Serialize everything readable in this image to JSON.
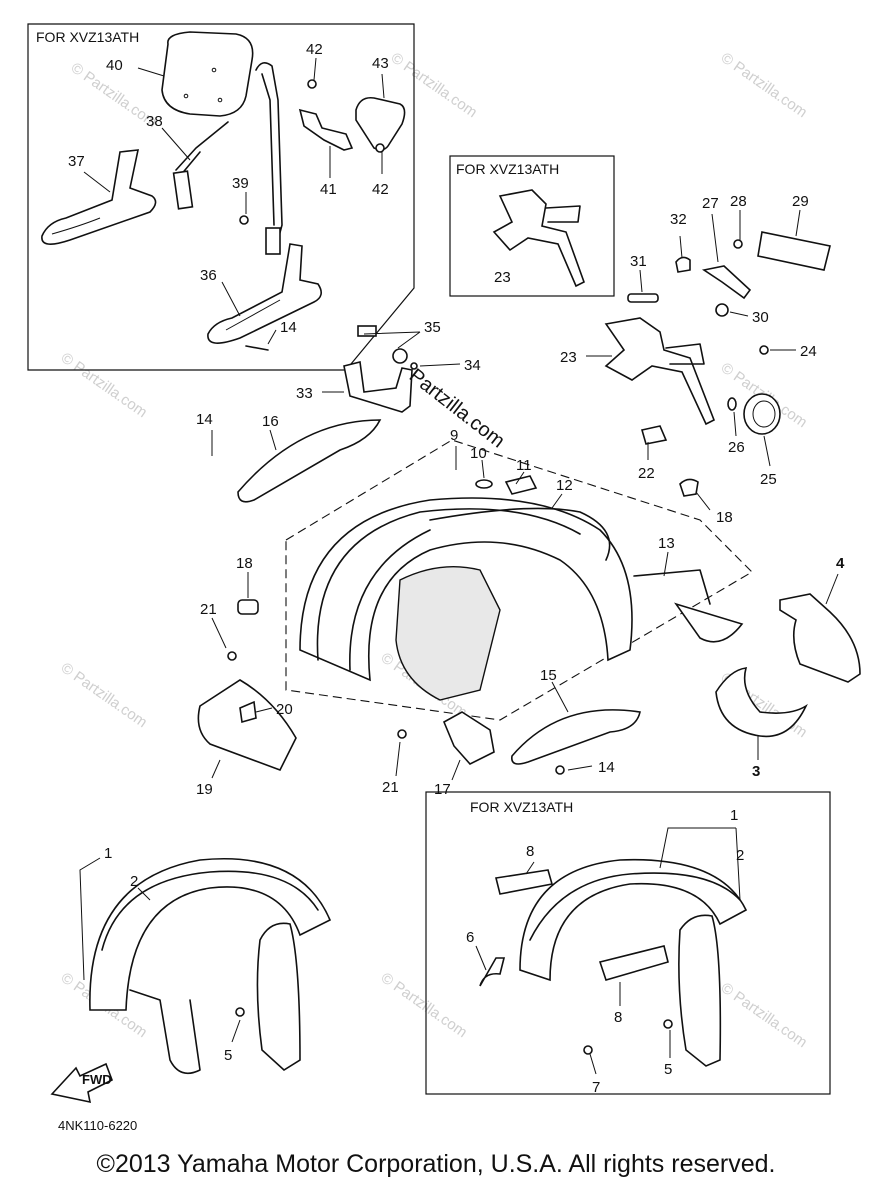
{
  "box_labels": {
    "top_left": "FOR XVZ13ATH",
    "top_mid": "FOR XVZ13ATH",
    "bottom_right": "FOR XVZ13ATH"
  },
  "watermarks": {
    "main": "Partzilla.com",
    "faint": "© Partzilla.com"
  },
  "fwd_label": "FWD",
  "diagram_code": "4NK110-6220",
  "copyright": "©2013 Yamaha Motor Corporation, U.S.A. All rights reserved.",
  "callouts": [
    {
      "id": "c40",
      "label": "40"
    },
    {
      "id": "c42a",
      "label": "42"
    },
    {
      "id": "c43",
      "label": "43"
    },
    {
      "id": "c38",
      "label": "38"
    },
    {
      "id": "c37",
      "label": "37"
    },
    {
      "id": "c39",
      "label": "39"
    },
    {
      "id": "c41",
      "label": "41"
    },
    {
      "id": "c42b",
      "label": "42"
    },
    {
      "id": "c36",
      "label": "36"
    },
    {
      "id": "c14a",
      "label": "14"
    },
    {
      "id": "c23a",
      "label": "23"
    },
    {
      "id": "c32",
      "label": "32"
    },
    {
      "id": "c27",
      "label": "27"
    },
    {
      "id": "c28",
      "label": "28"
    },
    {
      "id": "c29",
      "label": "29"
    },
    {
      "id": "c31",
      "label": "31"
    },
    {
      "id": "c30",
      "label": "30"
    },
    {
      "id": "c35",
      "label": "35"
    },
    {
      "id": "c34",
      "label": "34"
    },
    {
      "id": "c33",
      "label": "33"
    },
    {
      "id": "c23b",
      "label": "23"
    },
    {
      "id": "c24",
      "label": "24"
    },
    {
      "id": "c14b",
      "label": "14"
    },
    {
      "id": "c16",
      "label": "16"
    },
    {
      "id": "c9",
      "label": "9"
    },
    {
      "id": "c10",
      "label": "10"
    },
    {
      "id": "c11",
      "label": "11"
    },
    {
      "id": "c12",
      "label": "12"
    },
    {
      "id": "c22",
      "label": "22"
    },
    {
      "id": "c26",
      "label": "26"
    },
    {
      "id": "c25",
      "label": "25"
    },
    {
      "id": "c18a",
      "label": "18"
    },
    {
      "id": "c18b",
      "label": "18"
    },
    {
      "id": "c13",
      "label": "13"
    },
    {
      "id": "c4",
      "label": "4"
    },
    {
      "id": "c21a",
      "label": "21"
    },
    {
      "id": "c20",
      "label": "20"
    },
    {
      "id": "c19",
      "label": "19"
    },
    {
      "id": "c21b",
      "label": "21"
    },
    {
      "id": "c17",
      "label": "17"
    },
    {
      "id": "c15",
      "label": "15"
    },
    {
      "id": "c14c",
      "label": "14"
    },
    {
      "id": "c3",
      "label": "3"
    },
    {
      "id": "c1a",
      "label": "1"
    },
    {
      "id": "c2a",
      "label": "2"
    },
    {
      "id": "c5a",
      "label": "5"
    },
    {
      "id": "c1b",
      "label": "1"
    },
    {
      "id": "c2b",
      "label": "2"
    },
    {
      "id": "c8a",
      "label": "8"
    },
    {
      "id": "c6",
      "label": "6"
    },
    {
      "id": "c8b",
      "label": "8"
    },
    {
      "id": "c7",
      "label": "7"
    },
    {
      "id": "c5b",
      "label": "5"
    }
  ]
}
